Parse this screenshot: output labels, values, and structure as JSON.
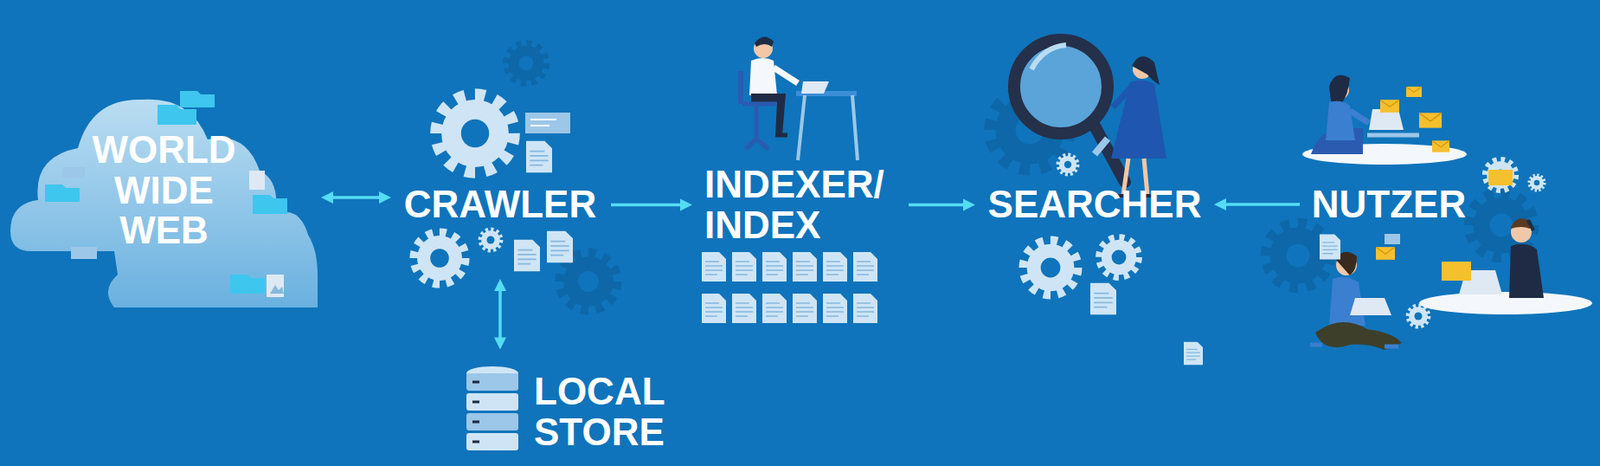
{
  "diagram": {
    "nodes": [
      {
        "text": [
          "WORLD WIDE WEB"
        ]
      },
      {
        "text": [
          "CRAWLER"
        ]
      },
      {
        "text": [
          "INDEXER/ INDEX"
        ]
      },
      {
        "text": [
          "SEARCHER"
        ]
      },
      {
        "text": [
          "NUTZER"
        ]
      },
      {
        "text": [
          "LOCAL STORE"
        ]
      }
    ],
    "edges": [
      {
        "from": 0,
        "to": 1,
        "arrow": "both"
      },
      {
        "from": 1,
        "to": 2,
        "arrow": "to"
      },
      {
        "from": 2,
        "to": 3,
        "arrow": "to"
      },
      {
        "from": 4,
        "to": 3,
        "arrow": "to"
      },
      {
        "from": 1,
        "to": 5,
        "arrow": "both"
      }
    ]
  }
}
